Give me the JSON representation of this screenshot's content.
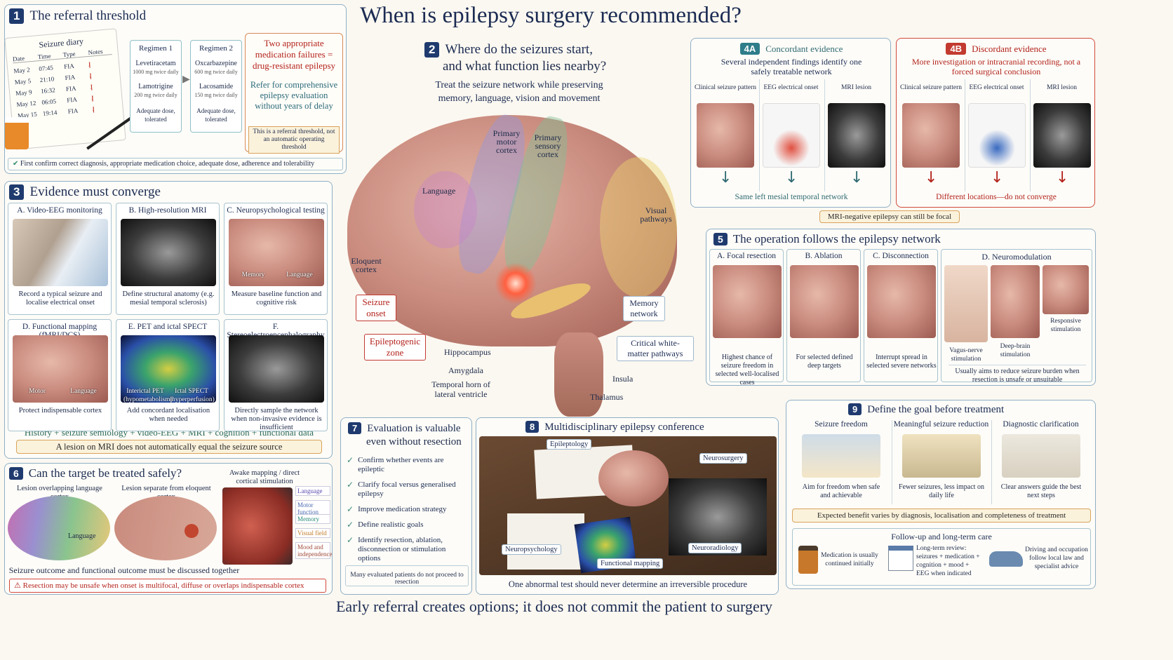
{
  "title": "When is epilepsy surgery recommended?",
  "footer": "Early referral creates options; it does not commit the patient to surgery",
  "p1": {
    "num": "1",
    "title": "The referral threshold",
    "diary": {
      "title": "Seizure diary",
      "headers": [
        "Date",
        "Time",
        "Type",
        "Notes"
      ],
      "rows": [
        [
          "May 2",
          "07:45",
          "FIA"
        ],
        [
          "May 5",
          "21:10",
          "FIA"
        ],
        [
          "May 9",
          "16:32",
          "FIA"
        ],
        [
          "May 12",
          "06:05",
          "FIA"
        ],
        [
          "May 15",
          "19:14",
          "FIA"
        ]
      ]
    },
    "reg1": {
      "title": "Regimen 1",
      "d1": "Levetiracetam",
      "d1dose": "1000 mg twice daily",
      "d2": "Lamotrigine",
      "d2dose": "200 mg twice daily",
      "foot": "Adequate dose, tolerated"
    },
    "reg2": {
      "title": "Regimen 2",
      "d1": "Oxcarbazepine",
      "d1dose": "600 mg twice daily",
      "d2": "Lacosamide",
      "d2dose": "150 mg twice daily",
      "foot": "Adequate dose, tolerated"
    },
    "drug": "Two appropriate medication failures = drug-resistant epilepsy",
    "refer": "Refer for comprehensive epilepsy evaluation without years of delay",
    "note": "This is a referral threshold, not an automatic operating threshold",
    "confirm": "First confirm correct diagnosis, appropriate medication choice, adequate dose, adherence and tolerability"
  },
  "p2": {
    "num": "2",
    "title1": "Where do the seizures start,",
    "title2": "and what function lies nearby?",
    "sub1": "Treat the seizure network while preserving",
    "sub2": "memory, language, vision and movement",
    "labels": {
      "motor": "Primary motor cortex",
      "sensory": "Primary sensory cortex",
      "language": "Language",
      "visual": "Visual pathways",
      "eloquent": "Eloquent cortex",
      "onset": "Seizure onset",
      "zone": "Epileptogenic zone",
      "hippo": "Hippocampus",
      "amyg": "Amygdala",
      "horn": "Temporal horn of lateral ventricle",
      "memory": "Memory network",
      "white": "Critical white-matter pathways",
      "insula": "Insula",
      "thalamus": "Thalamus"
    }
  },
  "p3": {
    "num": "3",
    "title": "Evidence must converge",
    "cells": [
      {
        "title": "A. Video-EEG monitoring",
        "cap": "Record a typical seizure and localise electrical onset"
      },
      {
        "title": "B. High-resolution MRI",
        "cap": "Define structural anatomy (e.g. mesial temporal sclerosis)"
      },
      {
        "title": "C. Neuropsychological testing",
        "cap": "Measure baseline function and cognitive risk",
        "l1": "Memory",
        "l2": "Language"
      },
      {
        "title": "D. Functional mapping (fMRI/DCS)",
        "cap": "Protect indispensable cortex",
        "l1": "Motor",
        "l2": "Language"
      },
      {
        "title": "E. PET and ictal SPECT",
        "cap": "Add concordant localisation when needed",
        "l1": "Interictal PET (hypometabolism)",
        "l2": "Ictal SPECT (hyperperfusion)"
      },
      {
        "title": "F. Stereoelectroencephalography",
        "cap": "Directly sample the network when non-invasive evidence is insufficient"
      }
    ],
    "sum": "History + seizure semiology + video-EEG + MRI + cognition + functional data",
    "warn": "A lesion on MRI does not automatically equal the seizure source"
  },
  "p4a": {
    "num": "4A",
    "title": "Concordant evidence",
    "sub": "Several independent findings identify one safely treatable network",
    "cols": [
      "Clinical seizure pattern",
      "EEG electrical onset",
      "MRI lesion"
    ],
    "foot": "Same left mesial temporal network"
  },
  "p4b": {
    "num": "4B",
    "title": "Discordant evidence",
    "sub": "More investigation or intracranial recording, not a forced surgical conclusion",
    "cols": [
      "Clinical seizure pattern",
      "EEG electrical onset",
      "MRI lesion"
    ],
    "foot": "Different locations—do not converge"
  },
  "mrineg": "MRI-negative epilepsy can still be focal",
  "p5": {
    "num": "5",
    "title": "The operation follows the epilepsy network",
    "cells": [
      {
        "title": "A. Focal resection",
        "cap": "Highest chance of seizure freedom in selected well-localised cases"
      },
      {
        "title": "B. Ablation",
        "cap": "For selected defined deep targets"
      },
      {
        "title": "C. Disconnection",
        "cap": "Interrupt spread in selected severe networks"
      }
    ],
    "neuro": {
      "title": "D. Neuromodulation",
      "vns": "Vagus-nerve stimulation",
      "dbs": "Deep-brain stimulation",
      "rns": "Responsive stimulation",
      "cap": "Usually aims to reduce seizure burden when resection is unsafe or unsuitable"
    }
  },
  "p6": {
    "num": "6",
    "title": "Can the target be treated safely?",
    "c1": "Lesion overlapping language cortex",
    "c1l": "Language",
    "c2": "Lesion separate from eloquent cortex",
    "c3": "Awake mapping / direct cortical stimulation",
    "tags": [
      "Language",
      "Motor function",
      "Memory",
      "Visual field",
      "Mood and independence"
    ],
    "foot": "Seizure outcome and functional outcome must be discussed together",
    "warn": "Resection may be unsafe when onset is multifocal, diffuse or overlaps indispensable cortex"
  },
  "p7": {
    "num": "7",
    "title1": "Evaluation is valuable",
    "title2": "even without resection",
    "items": [
      "Confirm whether events are epileptic",
      "Clarify focal versus generalised epilepsy",
      "Improve medication strategy",
      "Define realistic goals",
      "Identify resection, ablation, disconnection or stimulation options"
    ],
    "foot": "Many evaluated patients do not proceed to resection"
  },
  "p8": {
    "num": "8",
    "title": "Multidisciplinary epilepsy conference",
    "tags": [
      "Epileptology",
      "Neurosurgery",
      "Neuropsychology",
      "Functional mapping",
      "Neuroradiology"
    ],
    "foot": "One abnormal test should never determine an irreversible procedure"
  },
  "p9": {
    "num": "9",
    "title": "Define the goal before treatment",
    "cols": [
      {
        "title": "Seizure freedom",
        "cap": "Aim for freedom when safe and achievable"
      },
      {
        "title": "Meaningful seizure reduction",
        "cap": "Fewer seizures, less impact on daily life"
      },
      {
        "title": "Diagnostic clarification",
        "cap": "Clear answers guide the best next steps"
      }
    ],
    "warn": "Expected benefit varies by diagnosis, localisation and completeness of treatment",
    "follow": {
      "title": "Follow-up and long-term care",
      "med": "Medication is usually continued initially",
      "review": "Long-term review: seizures + medication + cognition + mood + EEG when indicated",
      "drive": "Driving and occupation follow local law and specialist advice"
    }
  }
}
